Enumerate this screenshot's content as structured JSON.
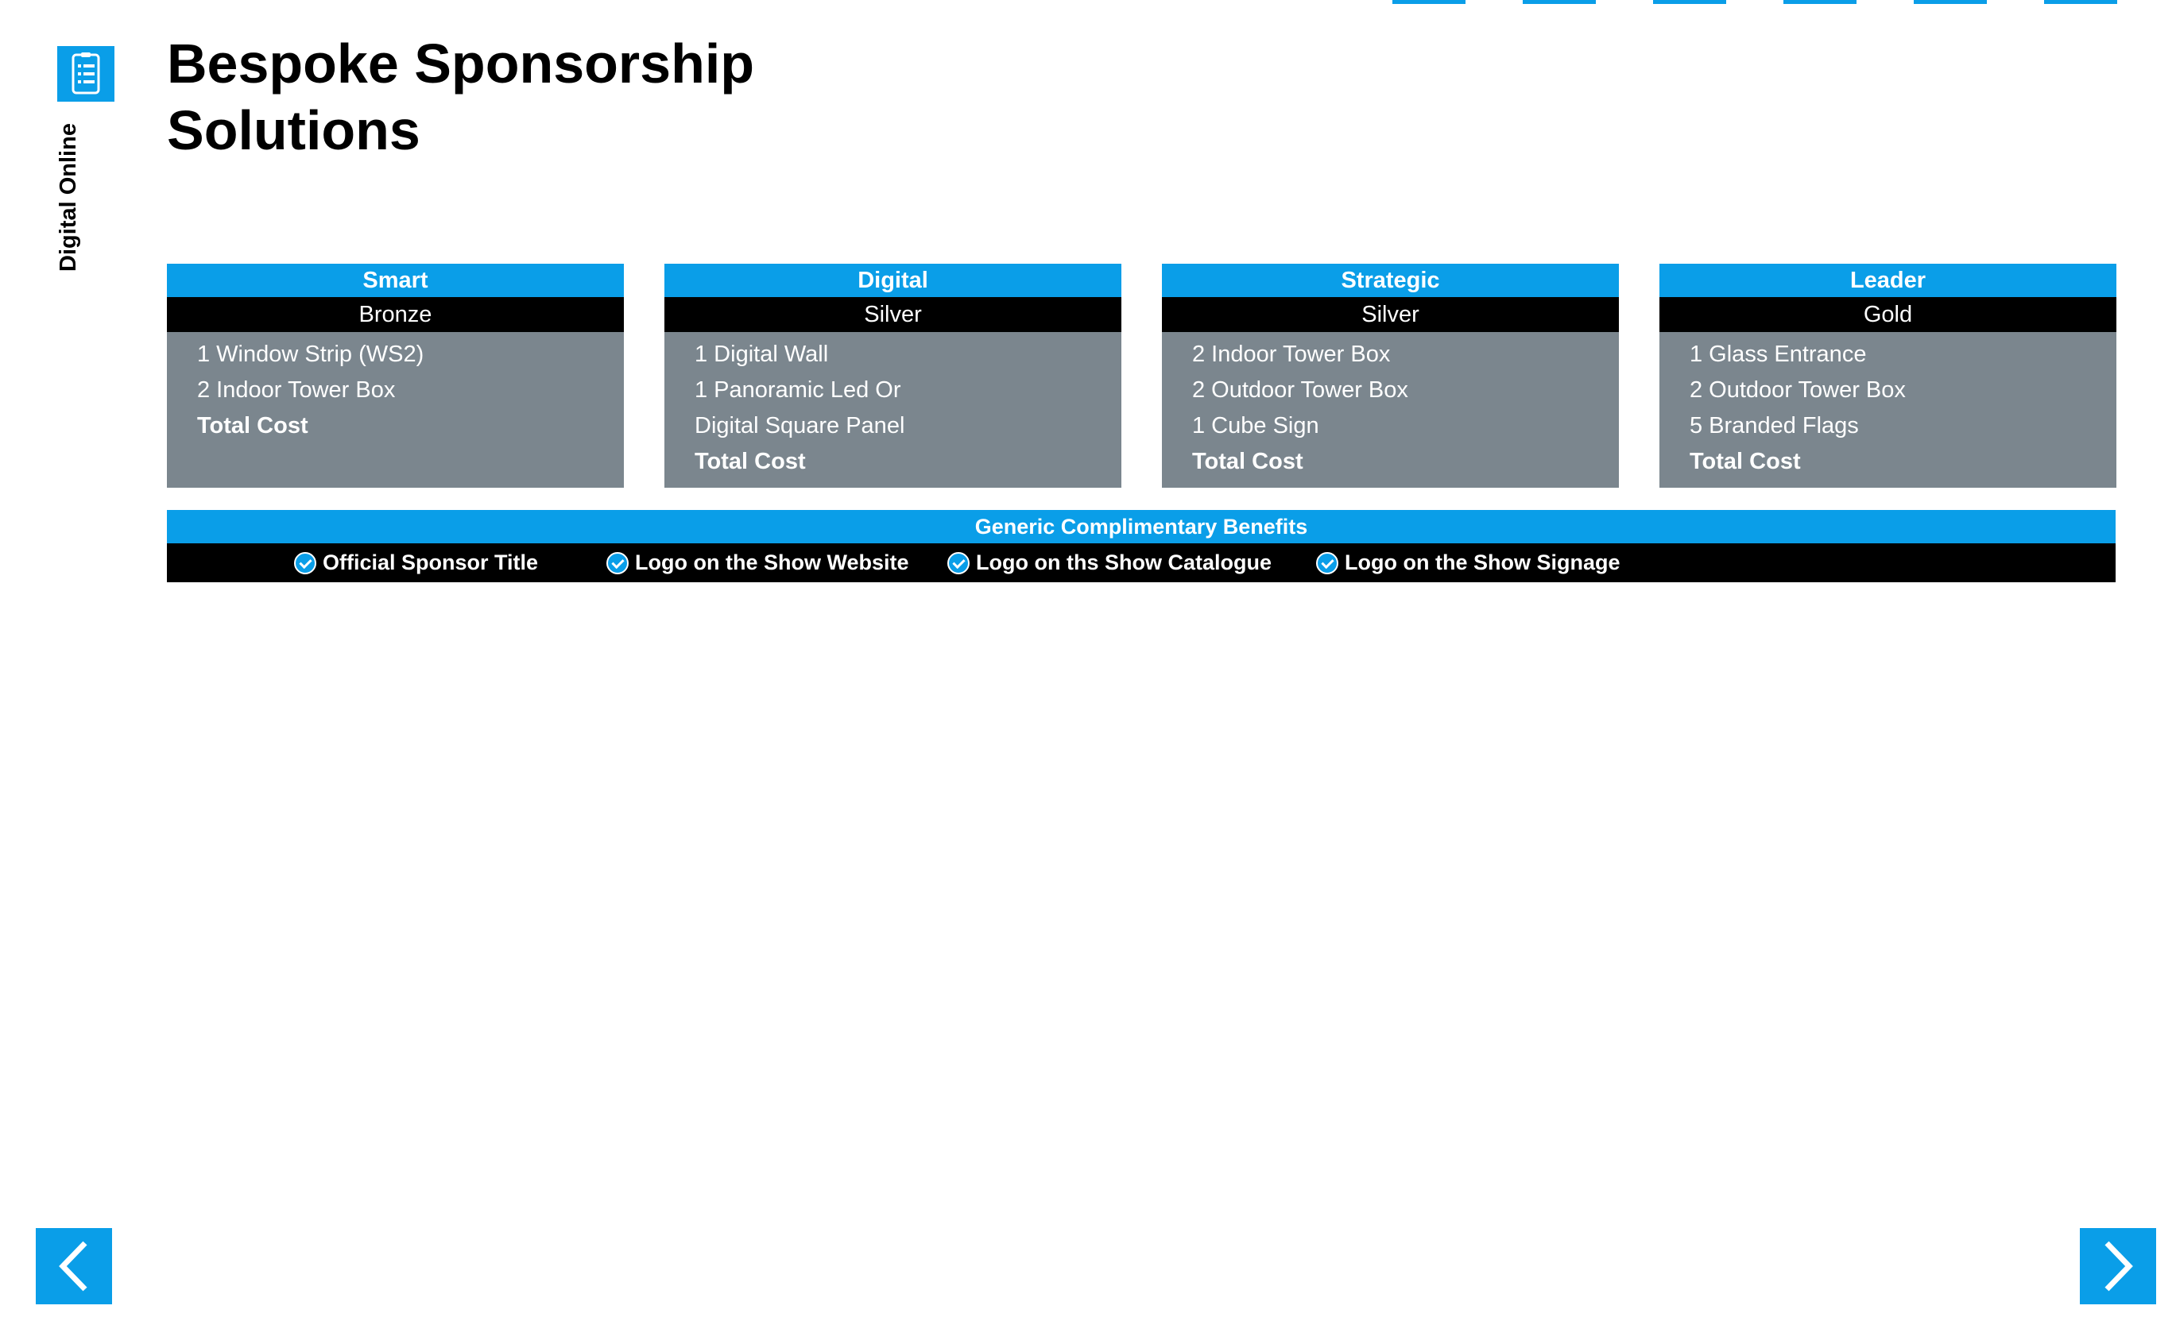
{
  "sidebar": {
    "section_label": "Digital Online",
    "icon": "checklist-icon"
  },
  "page": {
    "title_line1": "Bespoke Sponsorship",
    "title_line2": "Solutions"
  },
  "packages": [
    {
      "name": "Smart",
      "tier": "Bronze",
      "items": [
        "1 Window Strip (WS2)",
        "2 Indoor Tower Box"
      ],
      "total_label": "Total Cost"
    },
    {
      "name": "Digital",
      "tier": "Silver",
      "items": [
        "1 Digital Wall",
        "1 Panoramic Led Or",
        "Digital Square Panel"
      ],
      "total_label": "Total Cost"
    },
    {
      "name": "Strategic",
      "tier": "Silver",
      "items": [
        "2 Indoor Tower Box",
        "2 Outdoor Tower Box",
        "1 Cube Sign"
      ],
      "total_label": "Total Cost"
    },
    {
      "name": "Leader",
      "tier": "Gold",
      "items": [
        "1 Glass Entrance",
        "2 Outdoor Tower Box",
        "5 Branded Flags"
      ],
      "total_label": "Total Cost"
    }
  ],
  "benefits": {
    "title": "Generic Complimentary Benefits",
    "items": [
      "Official Sponsor Title",
      "Logo on the Show Website",
      "Logo on ths Show Catalogue",
      "Logo on the Show Signage"
    ]
  },
  "navigation": {
    "prev_icon": "chevron-left-icon",
    "next_icon": "chevron-right-icon"
  },
  "colors": {
    "accent": "#0a9ee8",
    "panel": "#7b868e",
    "dark": "#000000"
  }
}
